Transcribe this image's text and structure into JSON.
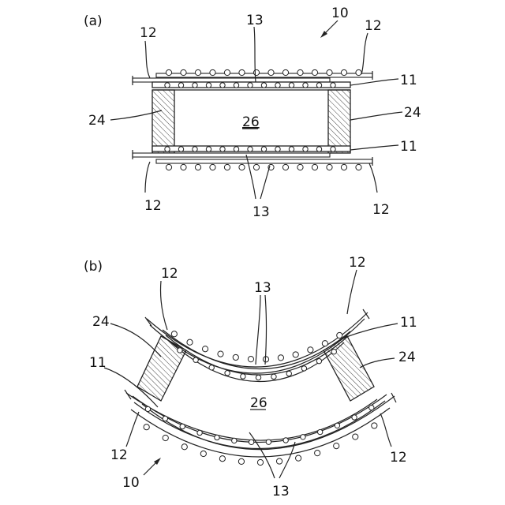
{
  "figure_a": {
    "panel_label": "(a)",
    "label_10": "10",
    "label_11_upper": "11",
    "label_11_lower": "11",
    "label_12_top_left": "12",
    "label_12_top_right": "12",
    "label_12_bottom_left": "12",
    "label_12_bottom_right": "12",
    "label_13_top": "13",
    "label_13_bottom": "13",
    "label_24_left": "24",
    "label_24_right": "24",
    "label_26": "26"
  },
  "figure_b": {
    "panel_label": "(b)",
    "label_10": "10",
    "label_11_right": "11",
    "label_11_left": "11",
    "label_12_top_left": "12",
    "label_12_top_right": "12",
    "label_12_bottom_left": "12",
    "label_12_bottom_right": "12",
    "label_13_top": "13",
    "label_13_bottom": "13",
    "label_24_left": "24",
    "label_24_right": "24",
    "label_26": "26"
  }
}
